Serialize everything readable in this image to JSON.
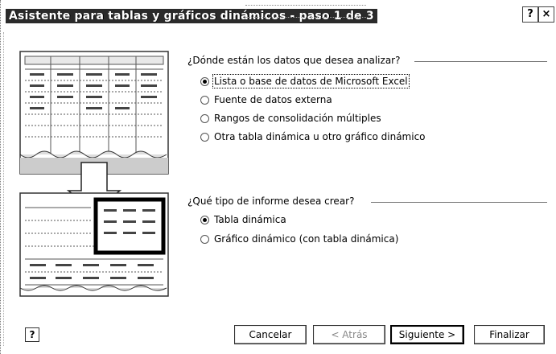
{
  "window": {
    "title": "Asistente para tablas y gráficos dinámicos - paso 1 de 3",
    "help_button": "?",
    "close_button": "×"
  },
  "data_source_group": {
    "label": "¿Dónde están los datos que desea analizar?",
    "options": [
      {
        "label": "Lista o base de datos de Microsoft Excel",
        "selected": true
      },
      {
        "label": "Fuente de datos externa",
        "selected": false
      },
      {
        "label": "Rangos de consolidación múltiples",
        "selected": false
      },
      {
        "label": "Otra tabla dinámica u otro gráfico dinámico",
        "selected": false
      }
    ]
  },
  "report_type_group": {
    "label": "¿Qué tipo de informe desea crear?",
    "options": [
      {
        "label": "Tabla dinámica",
        "selected": true
      },
      {
        "label": "Gráfico dinámico (con tabla dinámica)",
        "selected": false
      }
    ]
  },
  "footer": {
    "help_icon": "?",
    "cancel": "Cancelar",
    "back": "< Atrás",
    "next": "Siguiente >",
    "finish": "Finalizar"
  }
}
